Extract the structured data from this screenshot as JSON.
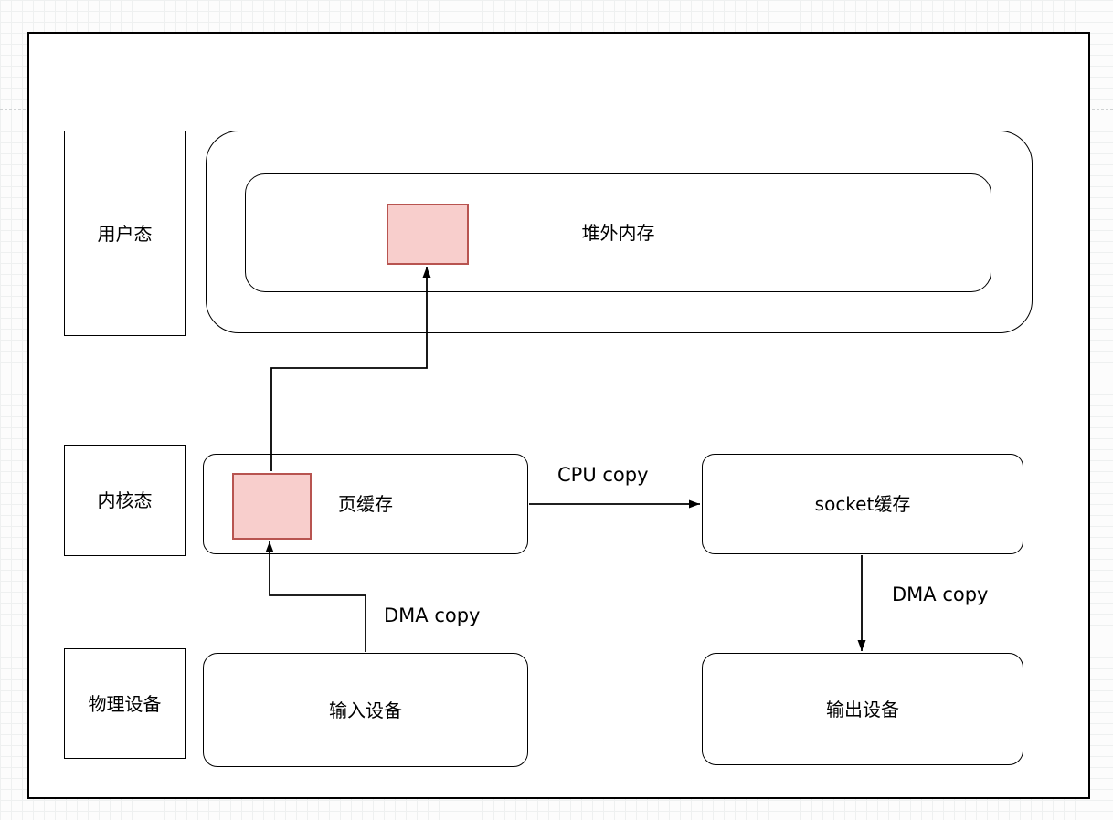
{
  "nodes": {
    "user_mode": "用户态",
    "kernel_mode": "内核态",
    "physical_device": "物理设备",
    "offheap_memory": "堆外内存",
    "page_cache": "页缓存",
    "socket_buffer": "socket缓存",
    "input_device": "输入设备",
    "output_device": "输出设备"
  },
  "edges": {
    "dma_copy_in": "DMA copy",
    "cpu_copy": "CPU copy",
    "dma_copy_out": "DMA copy"
  },
  "colors": {
    "highlight_fill": "#f8cecc",
    "highlight_stroke": "#b85450",
    "shape_stroke": "#000000",
    "canvas_fill": "#ffffff"
  }
}
